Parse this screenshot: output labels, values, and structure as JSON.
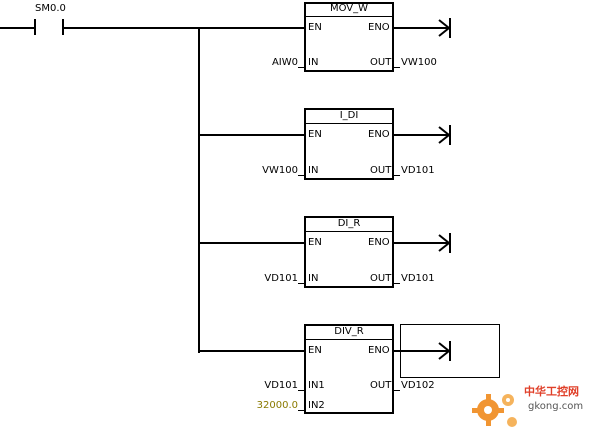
{
  "contact": {
    "label": "SM0.0"
  },
  "blocks": [
    {
      "name": "MOV_W",
      "en": "EN",
      "eno": "ENO",
      "in_pins": [
        {
          "pin": "IN",
          "operand": "AIW0"
        }
      ],
      "out_pin": "OUT",
      "out_operand": "VW100"
    },
    {
      "name": "I_DI",
      "en": "EN",
      "eno": "ENO",
      "in_pins": [
        {
          "pin": "IN",
          "operand": "VW100"
        }
      ],
      "out_pin": "OUT",
      "out_operand": "VD101"
    },
    {
      "name": "DI_R",
      "en": "EN",
      "eno": "ENO",
      "in_pins": [
        {
          "pin": "IN",
          "operand": "VD101"
        }
      ],
      "out_pin": "OUT",
      "out_operand": "VD101"
    },
    {
      "name": "DIV_R",
      "en": "EN",
      "eno": "ENO",
      "in_pins": [
        {
          "pin": "IN1",
          "operand": "VD101"
        },
        {
          "pin": "IN2",
          "operand": "32000.0"
        }
      ],
      "out_pin": "OUT",
      "out_operand": "VD102"
    }
  ],
  "watermark": {
    "title": "中华工控网",
    "url": "gkong.com",
    "icon": "gear-icon"
  },
  "colors": {
    "wire": "#000000",
    "constant": "#8a7a00",
    "wm_orange": "#f08a1c",
    "wm_red": "#e0402a"
  }
}
